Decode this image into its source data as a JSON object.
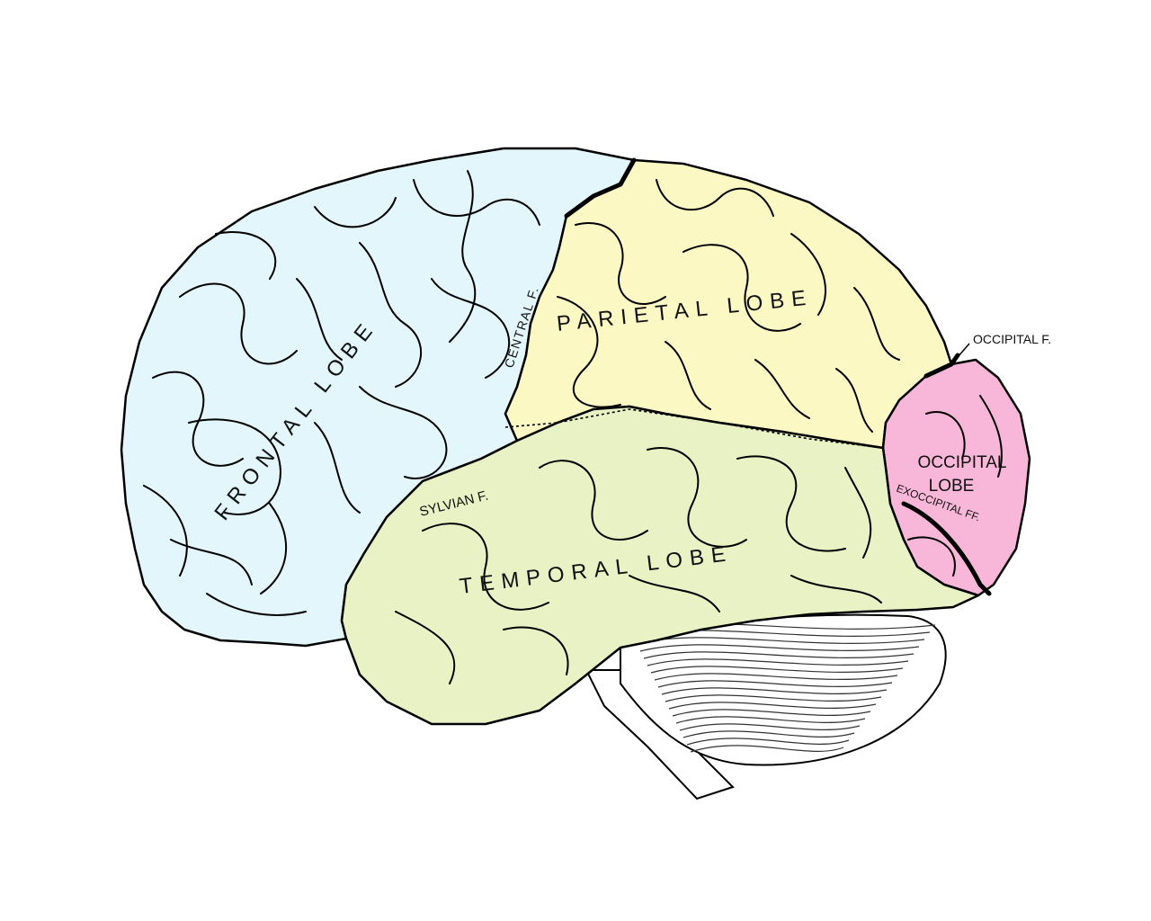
{
  "colors": {
    "frontal": "#e2f6fb",
    "parietal": "#fcf8c4",
    "temporal": "#e8f2c4",
    "occipital": "#f8b7d8",
    "background": "#ffffff"
  },
  "labels": {
    "frontal_lobe": "FRONTAL LOBE",
    "parietal_lobe": "PARIETAL LOBE",
    "temporal_lobe": "TEMPORAL LOBE",
    "occipital_lobe_line1": "OCCIPITAL",
    "occipital_lobe_line2": "LOBE",
    "central_fissure": "CENTRAL F.",
    "sylvian_fissure": "SYLVIAN F.",
    "occipital_fissure": "OCCIPITAL  F.",
    "exoccipital_fissure": "EXOCCIPITAL FF."
  }
}
